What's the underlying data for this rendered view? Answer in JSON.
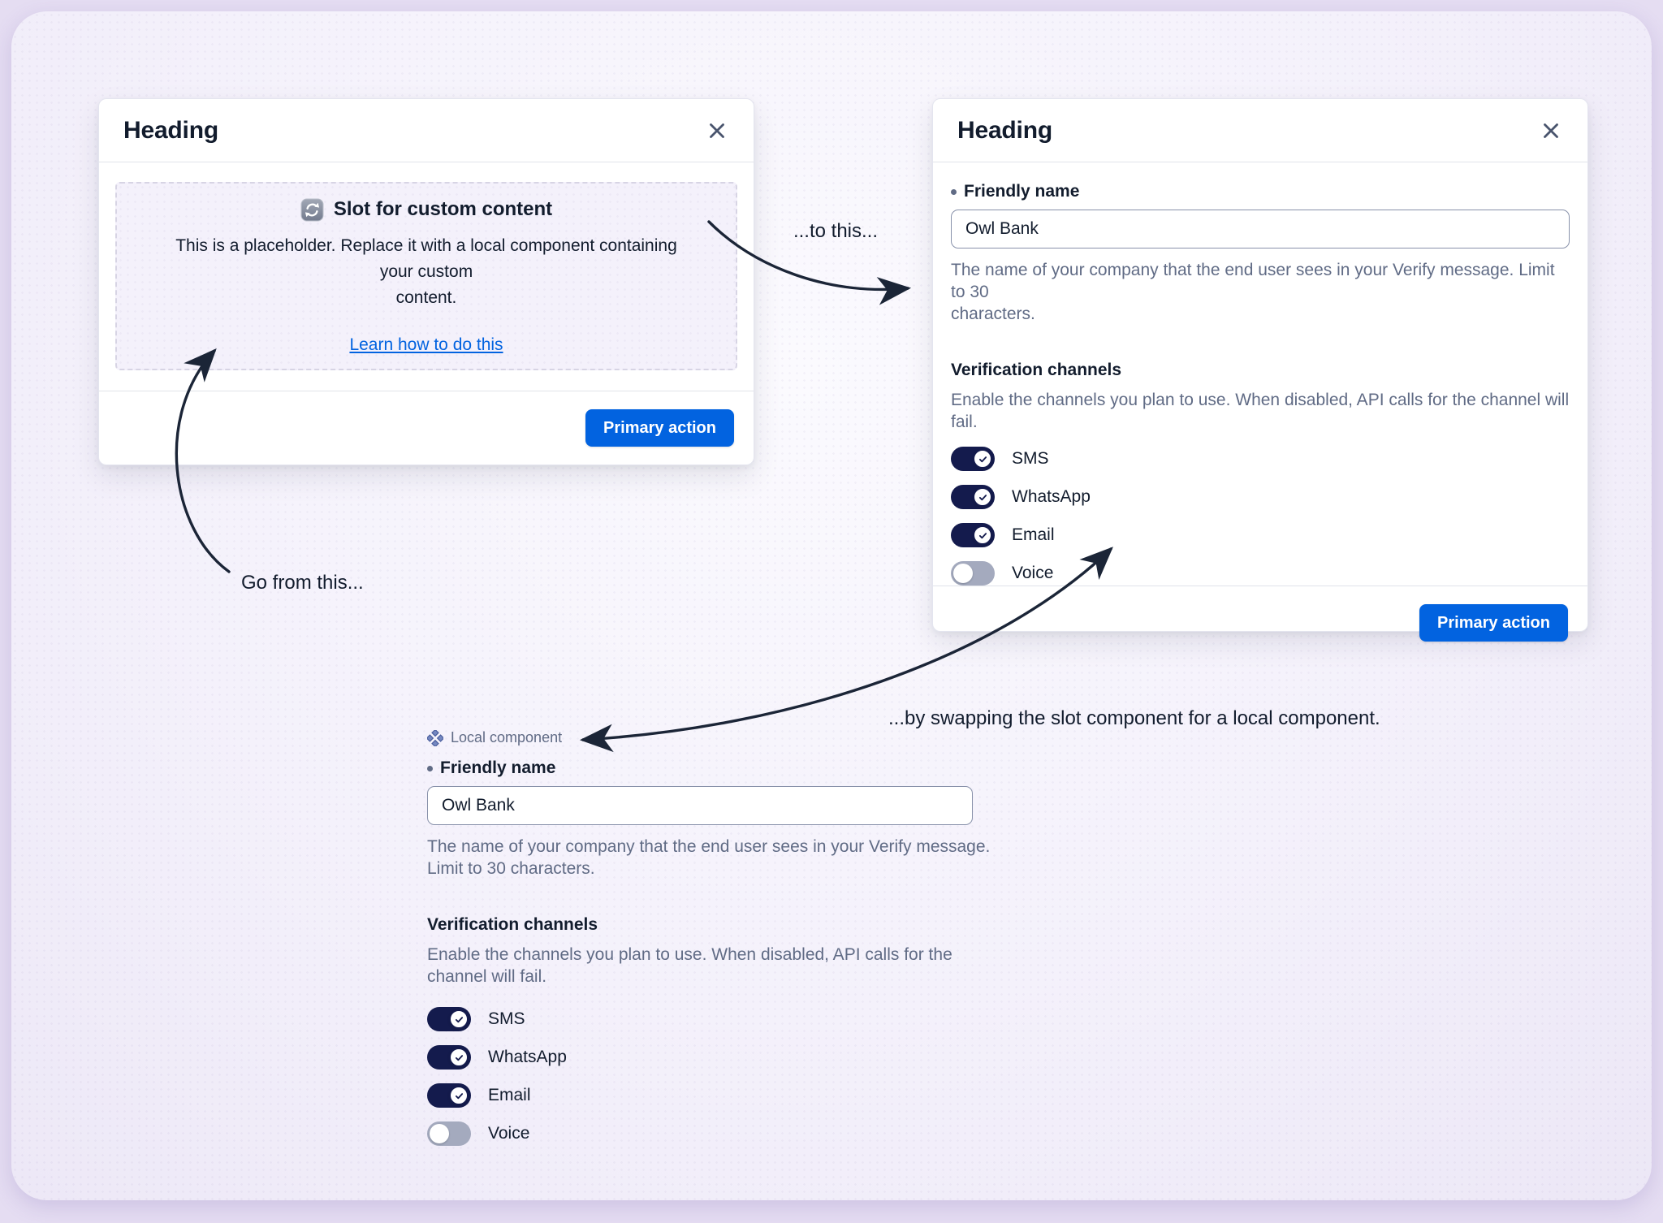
{
  "colors": {
    "primary_blue": "#0263E0",
    "ink": "#121C2D",
    "muted_text": "#606B85",
    "toggle_on": "#141B4D",
    "toggle_off": "#A4AABE",
    "background": "#f4f1fb"
  },
  "modal_before": {
    "title": "Heading",
    "slot": {
      "icon": "cycle-swap-icon",
      "title": "Slot for custom content",
      "description": "This is a placeholder. Replace it with a local component containing your custom\ncontent.",
      "link_label": "Learn how to do this"
    },
    "primary_action_label": "Primary action"
  },
  "modal_after": {
    "title": "Heading",
    "friendly_name": {
      "required": true,
      "label": "Friendly name",
      "value": "Owl Bank",
      "help": "The name of your company that the end user sees in your Verify message. Limit to 30\ncharacters."
    },
    "verification_channels": {
      "label": "Verification channels",
      "help": "Enable the channels you plan to use. When disabled, API calls for the channel will fail.",
      "channels": [
        {
          "label": "SMS",
          "enabled": true
        },
        {
          "label": "WhatsApp",
          "enabled": true
        },
        {
          "label": "Email",
          "enabled": true
        },
        {
          "label": "Voice",
          "enabled": false
        }
      ]
    },
    "primary_action_label": "Primary action"
  },
  "local_component": {
    "tag_icon": "local-component-diamonds-icon",
    "tag_label": "Local component",
    "friendly_name": {
      "required": true,
      "label": "Friendly name",
      "value": "Owl Bank",
      "help": "The name of your company that the end user sees in your Verify message.\nLimit to 30 characters."
    },
    "verification_channels": {
      "label": "Verification channels",
      "help": "Enable the channels you plan to use. When disabled, API calls for the\nchannel will fail.",
      "channels": [
        {
          "label": "SMS",
          "enabled": true
        },
        {
          "label": "WhatsApp",
          "enabled": true
        },
        {
          "label": "Email",
          "enabled": true
        },
        {
          "label": "Voice",
          "enabled": false
        }
      ]
    }
  },
  "annotations": {
    "go_from_this": "Go from this...",
    "to_this": "...to this...",
    "by_swapping": "...by swapping the slot component for a local component."
  }
}
